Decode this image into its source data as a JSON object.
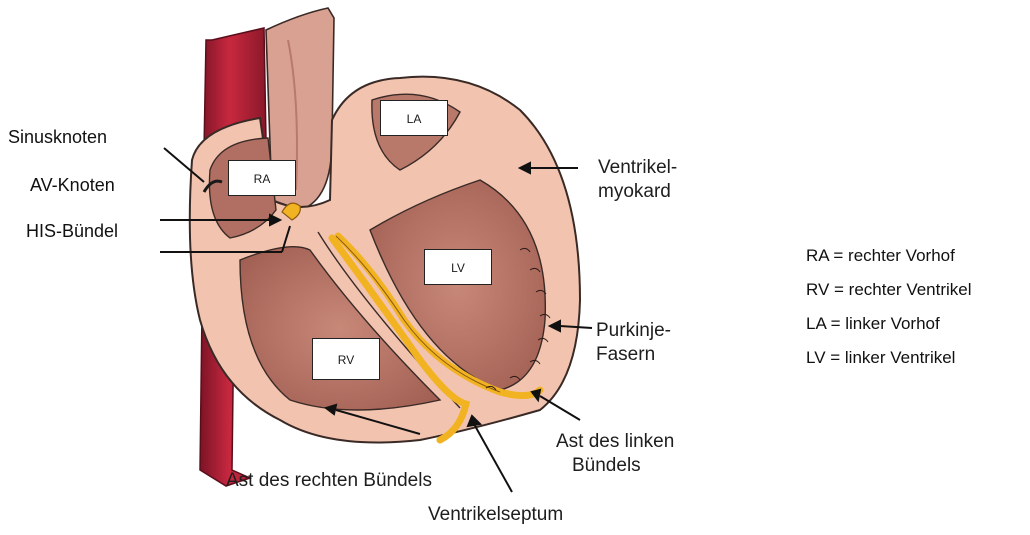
{
  "colors": {
    "vessel": "#b01e35",
    "vessel_dark": "#7c1426",
    "wall": "#f2c4b0",
    "wall_outline": "#3a2a26",
    "chamber": "#b47265",
    "chamber_light": "#d89d8d",
    "conduction": "#f2b322",
    "conduction_outline": "#8a5a10"
  },
  "left_labels": {
    "sinusknoten": "Sinusknoten",
    "av_knoten": "AV-Knoten",
    "his_buendel": "HIS-Bündel"
  },
  "right_labels": {
    "ventrikelmyokard_1": "Ventrikel-",
    "ventrikelmyokard_2": "myokard",
    "purkinje_1": "Purkinje-",
    "purkinje_2": "Fasern",
    "ast_linken_1": "Ast des linken",
    "ast_linken_2": "Bündels"
  },
  "bottom_labels": {
    "ast_rechten": "Ast des rechten Bündels",
    "ventrikelseptum": "Ventrikelseptum"
  },
  "chamber_boxes": {
    "ra": "RA",
    "la": "LA",
    "lv": "LV",
    "rv": "RV"
  },
  "legend": [
    "RA = rechter Vorhof",
    "RV = rechter Ventrikel",
    "LA = linker Vorhof",
    "LV = linker Ventrikel"
  ]
}
